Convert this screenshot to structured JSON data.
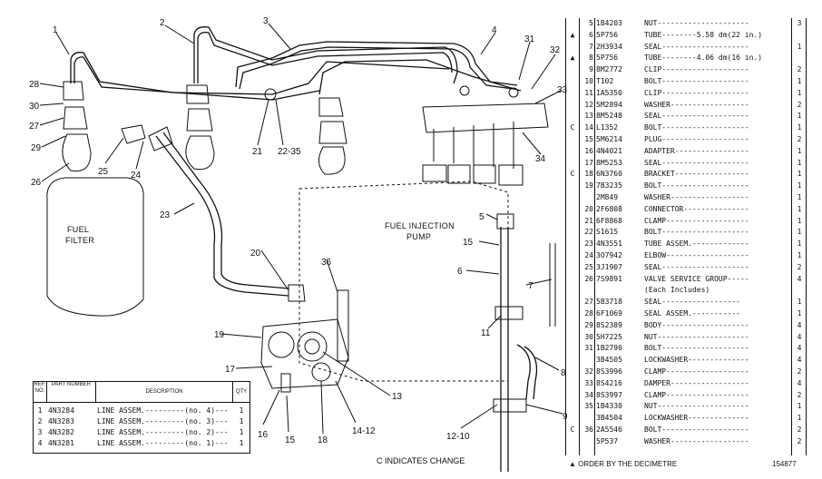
{
  "callouts": [
    "1",
    "2",
    "3",
    "4",
    "31",
    "32",
    "33",
    "28",
    "30",
    "27",
    "29",
    "26",
    "25",
    "24",
    "21",
    "22-35",
    "34",
    "23",
    "5",
    "15",
    "6",
    "7",
    "20",
    "36",
    "19",
    "11",
    "17",
    "13",
    "8",
    "16",
    "15",
    "18",
    "14-12",
    "12-10",
    "9"
  ],
  "labels": {
    "fuel_filter_1": "FUEL",
    "fuel_filter_2": "FILTER",
    "pump_1": "FUEL INJECTION",
    "pump_2": "PUMP"
  },
  "parts_list": [
    {
      "mark": "",
      "no": "5",
      "part": "1B4203",
      "desc": "NUT---------------------",
      "qty": "3"
    },
    {
      "mark": "▲",
      "no": "6",
      "part": "5P756",
      "desc": "TUBE--------5.58 dm(22 in.)",
      "qty": ""
    },
    {
      "mark": "",
      "no": "7",
      "part": "2H3934",
      "desc": "SEAL--------------------",
      "qty": "1"
    },
    {
      "mark": "▲",
      "no": "8",
      "part": "5P756",
      "desc": "TUBE--------4.06 dm(16 in.)",
      "qty": ""
    },
    {
      "mark": "",
      "no": "9",
      "part": "8M2772",
      "desc": "CLIP--------------------",
      "qty": "2"
    },
    {
      "mark": "",
      "no": "10",
      "part": "T102",
      "desc": "BOLT--------------------",
      "qty": "1"
    },
    {
      "mark": "",
      "no": "11",
      "part": "1A5350",
      "desc": "CLIP--------------------",
      "qty": "1"
    },
    {
      "mark": "",
      "no": "12",
      "part": "5M2894",
      "desc": "WASHER------------------",
      "qty": "2"
    },
    {
      "mark": "",
      "no": "13",
      "part": "8M5248",
      "desc": "SEAL--------------------",
      "qty": "1"
    },
    {
      "mark": "C",
      "no": "14",
      "part": "L1352",
      "desc": "BOLT--------------------",
      "qty": "1"
    },
    {
      "mark": "",
      "no": "15",
      "part": "5M6214",
      "desc": "PLUG--------------------",
      "qty": "2"
    },
    {
      "mark": "",
      "no": "16",
      "part": "4N4021",
      "desc": "ADAPTER-----------------",
      "qty": "1"
    },
    {
      "mark": "",
      "no": "17",
      "part": "8M5253",
      "desc": "SEAL--------------------",
      "qty": "1"
    },
    {
      "mark": "C",
      "no": "18",
      "part": "6N3760",
      "desc": "BRACKET-----------------",
      "qty": "1"
    },
    {
      "mark": "",
      "no": "19",
      "part": "7B3235",
      "desc": "BOLT--------------------",
      "qty": "1"
    },
    {
      "mark": "",
      "no": "",
      "part": "2M849",
      "desc": "WASHER------------------",
      "qty": "1"
    },
    {
      "mark": "",
      "no": "20",
      "part": "2F6808",
      "desc": "CONNECTOR---------------",
      "qty": "1"
    },
    {
      "mark": "",
      "no": "21",
      "part": "6F8868",
      "desc": "CLAMP-------------------",
      "qty": "1"
    },
    {
      "mark": "",
      "no": "22",
      "part": "S1615",
      "desc": "BOLT--------------------",
      "qty": "1"
    },
    {
      "mark": "",
      "no": "23",
      "part": "4N3551",
      "desc": "TUBE ASSEM.-------------",
      "qty": "1"
    },
    {
      "mark": "",
      "no": "24",
      "part": "3O7942",
      "desc": "ELBOW-------------------",
      "qty": "1"
    },
    {
      "mark": "",
      "no": "25",
      "part": "3J1907",
      "desc": "SEAL--------------------",
      "qty": "2"
    },
    {
      "mark": "",
      "no": "26",
      "part": "7S9891",
      "desc": "VALVE SERVICE GROUP-----",
      "qty": "4"
    },
    {
      "mark": "",
      "no": "",
      "part": "",
      "desc": "(Each Includes)",
      "qty": ""
    },
    {
      "mark": "",
      "no": "27",
      "part": "5B3718",
      "desc": "  SEAL------------------",
      "qty": "1"
    },
    {
      "mark": "",
      "no": "28",
      "part": "6F1069",
      "desc": "  SEAL ASSEM.-----------",
      "qty": "1"
    },
    {
      "mark": "",
      "no": "29",
      "part": "8S2389",
      "desc": "BODY--------------------",
      "qty": "4"
    },
    {
      "mark": "",
      "no": "30",
      "part": "5H7225",
      "desc": "NUT---------------------",
      "qty": "4"
    },
    {
      "mark": "",
      "no": "31",
      "part": "1B2790",
      "desc": "BOLT--------------------",
      "qty": "4"
    },
    {
      "mark": "",
      "no": "",
      "part": "3B4505",
      "desc": "LOCKWASHER--------------",
      "qty": "4"
    },
    {
      "mark": "",
      "no": "32",
      "part": "8S3996",
      "desc": "CLAMP-------------------",
      "qty": "2"
    },
    {
      "mark": "",
      "no": "33",
      "part": "8S4216",
      "desc": "DAMPER------------------",
      "qty": "4"
    },
    {
      "mark": "",
      "no": "34",
      "part": "8S3997",
      "desc": "CLAMP-------------------",
      "qty": "2"
    },
    {
      "mark": "",
      "no": "35",
      "part": "1B4330",
      "desc": "NUT---------------------",
      "qty": "1"
    },
    {
      "mark": "",
      "no": "",
      "part": "3B4504",
      "desc": "LOCKWASHER--------------",
      "qty": "1"
    },
    {
      "mark": "C",
      "no": "36",
      "part": "2A5546",
      "desc": "BOLT--------------------",
      "qty": "2"
    },
    {
      "mark": "",
      "no": "",
      "part": "5P537",
      "desc": "WASHER------------------",
      "qty": "2"
    }
  ],
  "parts_footer": {
    "order_note": "▲ ORDER BY THE DECIMETRE",
    "drawing_no": "154877"
  },
  "line_table": {
    "headers": {
      "no": "REF. NO.",
      "part": "PART NUMBER",
      "desc": "DESCRIPTION",
      "qty": "QTY"
    },
    "rows": [
      {
        "no": "1",
        "part": "4N3284",
        "desc": "LINE ASSEM.---------(no. 4)------",
        "qty": "1"
      },
      {
        "no": "2",
        "part": "4N3283",
        "desc": "LINE ASSEM.---------(no. 3)------",
        "qty": "1"
      },
      {
        "no": "3",
        "part": "4N3282",
        "desc": "LINE ASSEM.---------(no. 2)------",
        "qty": "1"
      },
      {
        "no": "4",
        "part": "4N3281",
        "desc": "LINE ASSEM.---------(no. 1)------",
        "qty": "1"
      }
    ]
  },
  "change_note": "C INDICATES CHANGE"
}
